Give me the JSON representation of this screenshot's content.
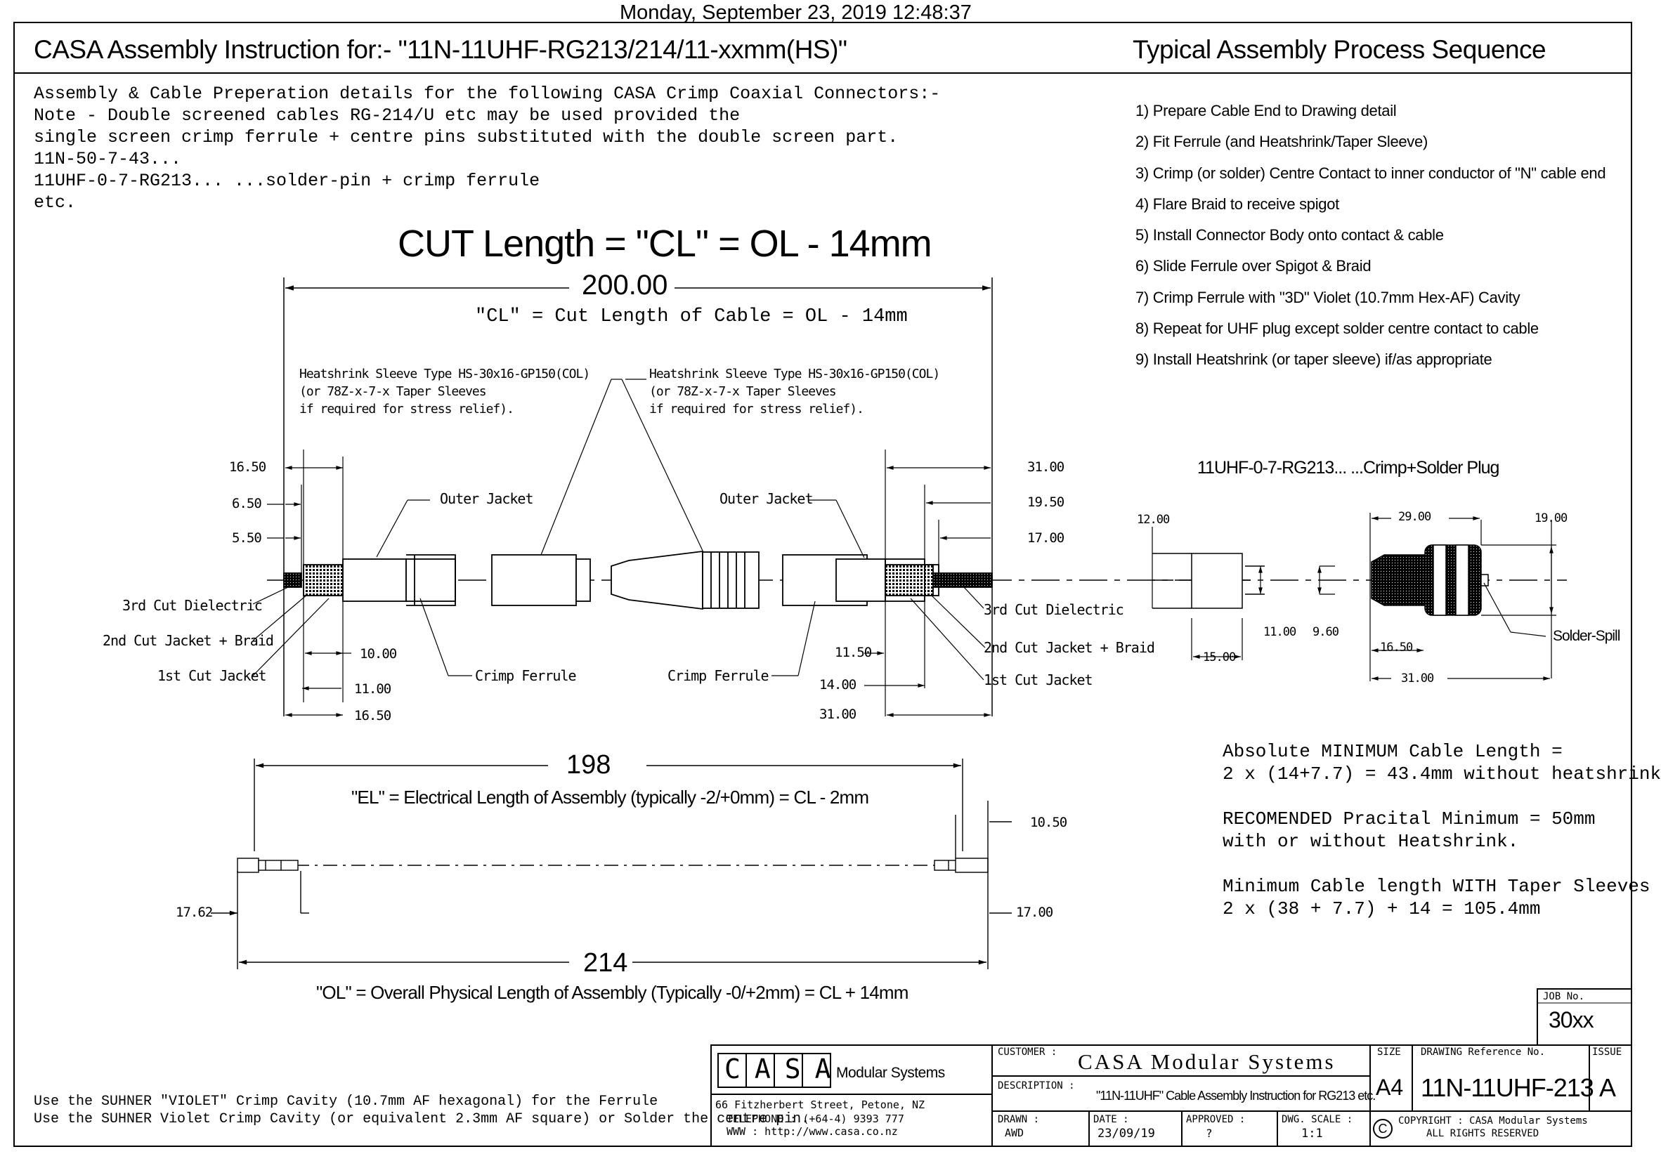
{
  "timestamp": "Monday, September 23, 2019 12:48:37",
  "header": {
    "title": "CASA Assembly Instruction for:- \"11N-11UHF-RG213/214/11-xxmm(HS)\"",
    "process_title": "Typical Assembly Process Sequence"
  },
  "notes": [
    "Assembly & Cable Preperation details for the following CASA Crimp Coaxial Connectors:-",
    "Note - Double screened cables RG-214/U etc may be used provided the",
    "single screen crimp ferrule + centre pins substituted with the double screen part.",
    "11N-50-7-43...",
    "11UHF-0-7-RG213... ...solder-pin + crimp ferrule",
    "etc."
  ],
  "process_steps": [
    "1) Prepare Cable End to Drawing detail",
    "2) Fit Ferrule (and Heatshrink/Taper Sleeve)",
    "3) Crimp (or solder) Centre Contact to inner conductor of \"N\" cable end",
    "4) Flare Braid to receive spigot",
    "5) Install Connector Body onto contact & cable",
    "6) Slide Ferrule over Spigot & Braid",
    "7) Crimp Ferrule with \"3D\" Violet (10.7mm Hex-AF) Cavity",
    "8) Repeat for UHF plug except solder centre contact to cable",
    "9) Install Heatshrink (or taper sleeve) if/as appropriate"
  ],
  "cut_length_title": "CUT Length = \"CL\" = OL - 14mm",
  "cable_drawing": {
    "total_dim": "200.00",
    "cl_note": "\"CL\" = Cut Length of Cable = OL - 14mm",
    "heatshrink_left": [
      "Heatshrink Sleeve Type HS-30x16-GP150(COL)",
      "(or 78Z-x-7-x Taper Sleeves",
      "if required for stress relief)."
    ],
    "heatshrink_right": [
      "Heatshrink Sleeve Type HS-30x16-GP150(COL)",
      "(or 78Z-x-7-x Taper Sleeves",
      "if required for stress relief)."
    ],
    "left_dims": {
      "d1": "16.50",
      "d2": "6.50",
      "d3": "5.50",
      "b1": "10.00",
      "b2": "11.00",
      "b3": "16.50"
    },
    "right_dims": {
      "d1": "31.00",
      "d2": "19.50",
      "d3": "17.00",
      "b1": "11.50",
      "b2": "14.00",
      "b3": "31.00"
    },
    "labels": {
      "outer_jacket_left": "Outer Jacket",
      "outer_jacket_right": "Outer Jacket",
      "crimp_ferrule_left": "Crimp Ferrule",
      "crimp_ferrule_right": "Crimp Ferrule",
      "cut3_left": "3rd Cut Dielectric",
      "cut2_left": "2nd Cut Jacket + Braid",
      "cut1_left": "1st Cut Jacket",
      "cut3_right": "3rd Cut Dielectric",
      "cut2_right": "2nd Cut Jacket + Braid",
      "cut1_right": "1st Cut Jacket"
    }
  },
  "plug_detail": {
    "title": "11UHF-0-7-RG213... ...Crimp+Solder Plug",
    "dims": {
      "a": "12.00",
      "b": "11.00",
      "c": "15.00",
      "d": "9.60",
      "e": "29.00",
      "f": "19.00",
      "g": "16.50",
      "h": "31.00"
    },
    "solder_spill": "Solder-Spill"
  },
  "assembly_drawing": {
    "el_dim": "198",
    "el_note": "\"EL\" = Electrical Length of Assembly (typically -2/+0mm) = CL - 2mm",
    "right_top_dim": "10.50",
    "left_dim": "17.62",
    "right_bottom_dim": "17.00",
    "ol_dim": "214",
    "ol_note": "\"OL\" = Overall Physical Length of Assembly (Typically -0/+2mm) = CL + 14mm"
  },
  "min_length_notes": [
    "Absolute MINIMUM Cable Length =",
    "2 x (14+7.7) = 43.4mm without heatshrink",
    "RECOMENDED Pracital Minimum = 50mm",
    "with or without Heatshrink.",
    "Minimum Cable length WITH Taper Sleeves",
    "2 x (38 + 7.7) + 14 = 105.4mm"
  ],
  "crimp_notes": [
    "Use the SUHNER \"VIOLET\" Crimp Cavity (10.7mm AF hexagonal) for the Ferrule",
    "Use the SUHNER Violet Crimp Cavity (or equivalent 2.3mm AF square) or Solder the centre pin."
  ],
  "title_block": {
    "job_no_label": "JOB No.",
    "job_no": "30xx",
    "logo_letters": "CASA",
    "company": "Modular Systems",
    "address": "66 Fitzherbert Street, Petone, NZ",
    "telephone": "TELEPHONE  :  (+64-4) 9393 777",
    "www": "WWW  :  http://www.casa.co.nz",
    "customer_label": "CUSTOMER :",
    "customer": "CASA Modular Systems",
    "description_label": "DESCRIPTION :",
    "description": "\"11N-11UHF\" Cable Assembly Instruction for RG213 etc.",
    "size_label": "SIZE",
    "size": "A4",
    "drawing_ref_label": "DRAWING Reference No.",
    "drawing_ref": "11N-11UHF-213",
    "issue_label": "ISSUE",
    "issue": "A",
    "drawn_label": "DRAWN :",
    "drawn": "AWD",
    "date_label": "DATE :",
    "date": "23/09/19",
    "approved_label": "APPROVED :",
    "approved": "?",
    "scale_label": "DWG. SCALE :",
    "scale": "1:1",
    "copyright": "COPYRIGHT : CASA Modular Systems",
    "rights": "ALL RIGHTS RESERVED"
  }
}
